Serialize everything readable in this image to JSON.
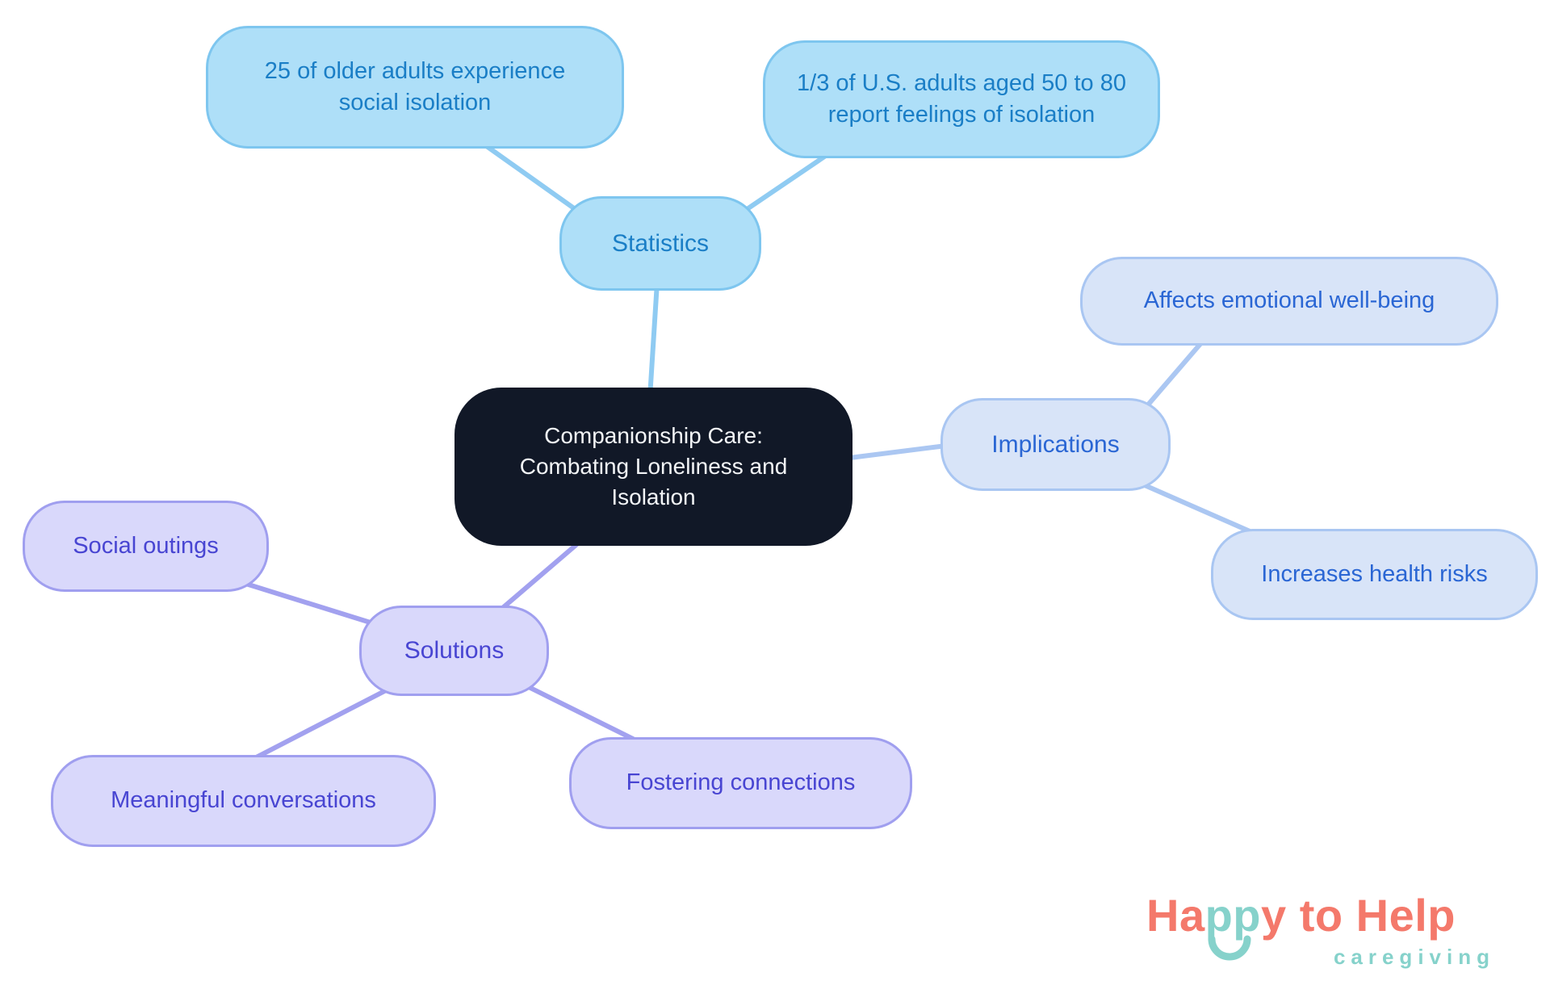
{
  "mindmap": {
    "central": {
      "label": "Companionship Care: Combating Loneliness and Isolation"
    },
    "statistics": {
      "label": "Statistics",
      "children": {
        "c1": "25 of older adults experience social isolation",
        "c2": "1/3 of U.S. adults aged 50 to 80 report feelings of isolation"
      }
    },
    "implications": {
      "label": "Implications",
      "children": {
        "c1": "Affects emotional well-being",
        "c2": "Increases health risks"
      }
    },
    "solutions": {
      "label": "Solutions",
      "children": {
        "c1": "Social outings",
        "c2": "Meaningful conversations",
        "c3": "Fostering connections"
      }
    }
  },
  "logo": {
    "part1": "Ha",
    "part2": "pp",
    "part3": "y to Help",
    "subtitle": "caregiving"
  },
  "colors": {
    "background": "#FFFFFF",
    "central_fill": "#111827",
    "central_text": "#F3F5F7",
    "statistics_fill": "#AEDFF8",
    "statistics_border": "#7EC6EF",
    "statistics_text": "#1A7EC6",
    "statistics_edge": "#8FCBF2",
    "implications_fill": "#D8E4F8",
    "implications_border": "#A9C6F2",
    "implications_text": "#2A66D4",
    "implications_edge": "#ABC7F2",
    "solutions_fill": "#D9D8FB",
    "solutions_border": "#A09FEF",
    "solutions_text": "#4845D2",
    "solutions_edge": "#A2A1EF",
    "logo_coral": "#F4796B",
    "logo_teal": "#86D2CB"
  }
}
